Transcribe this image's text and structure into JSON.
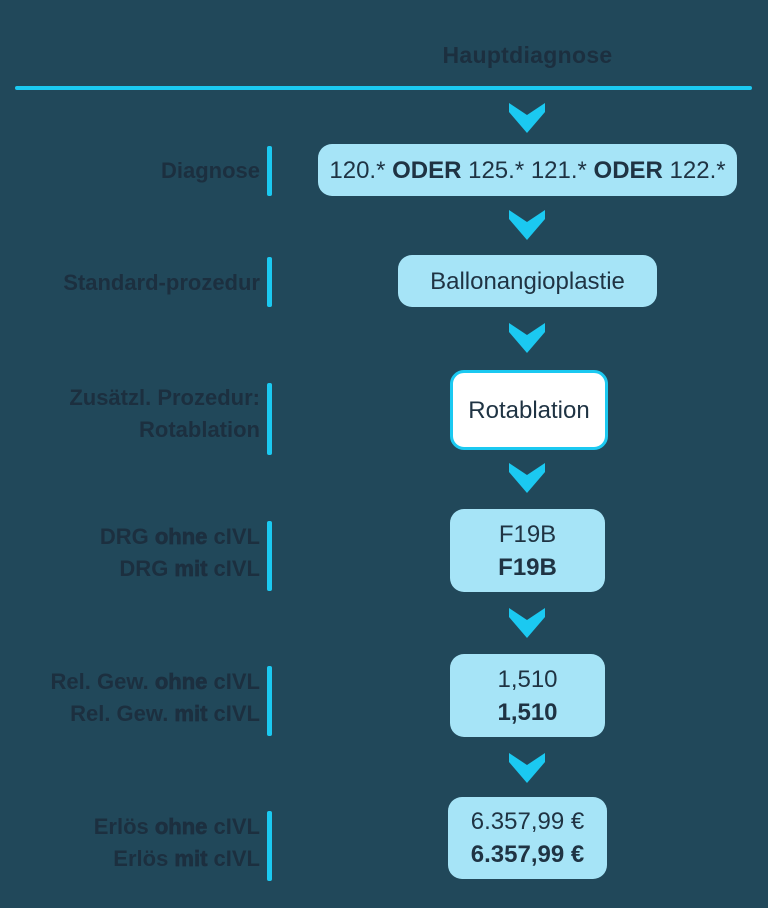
{
  "colors": {
    "background": "#21485A",
    "accent": "#1BC9F1",
    "box_fill": "#A6E4F7",
    "box_text": "#1F3343",
    "ink": "#1C2F3F",
    "white": "#FFFFFF"
  },
  "header": {
    "title": "Hauptdiagnose"
  },
  "rows": [
    {
      "label": "Diagnose",
      "box": {
        "seg1": "120.* ",
        "seg2": "ODER",
        "seg3": " 125.* 121.* ",
        "seg4": "ODER",
        "seg5": " 122.*"
      }
    },
    {
      "label": "Standard-prozedur",
      "box": {
        "text": "Ballonangioplastie"
      }
    },
    {
      "label_line1": "Zusätzl. Prozedur:",
      "label_line2": "Rotablation",
      "box": {
        "text": "Rotablation"
      }
    },
    {
      "label_line1": {
        "pre": "DRG ",
        "em": "ohne",
        "post": " cIVL"
      },
      "label_line2": {
        "pre": "DRG ",
        "em": "mit",
        "post": " cIVL"
      },
      "box": {
        "line1": "F19B",
        "line2": "F19B"
      }
    },
    {
      "label_line1": {
        "pre": "Rel. Gew. ",
        "em": "ohne",
        "post": " cIVL"
      },
      "label_line2": {
        "pre": "Rel. Gew. ",
        "em": "mit",
        "post": " cIVL"
      },
      "box": {
        "line1": "1,510",
        "line2": "1,510"
      }
    },
    {
      "label_line1": {
        "pre": "Erlös ",
        "em": "ohne",
        "post": " cIVL"
      },
      "label_line2": {
        "pre": "Erlös ",
        "em": "mit",
        "post": " cIVL"
      },
      "box": {
        "line1": "6.357,99 €",
        "line2": "6.357,99 €"
      }
    }
  ],
  "icons": {
    "arrow": "chevron-down"
  }
}
